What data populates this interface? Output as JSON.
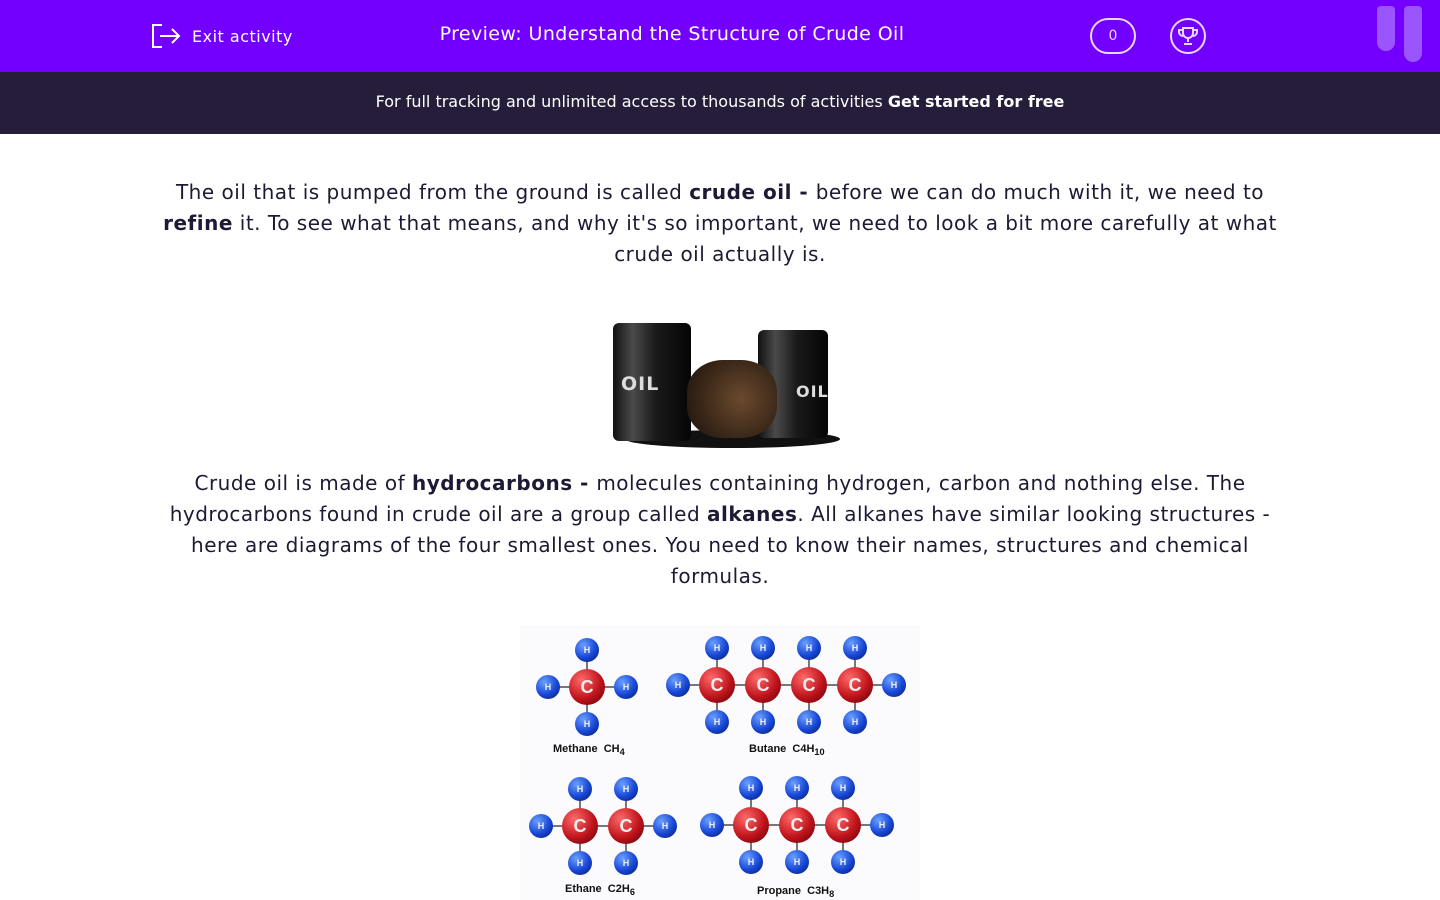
{
  "header": {
    "exit_label": "Exit activity",
    "title": "Preview: Understand the Structure of Crude Oil",
    "score": "0"
  },
  "banner": {
    "text": "For full tracking and unlimited access to thousands of activities ",
    "cta": "Get started for free"
  },
  "intro": {
    "t1": "The oil that is pumped from the ground is called ",
    "b1": "crude oil - ",
    "t2": "before we can do much with it, we need to ",
    "b2": "refine",
    "t3": " it. To see what that means, and why it's so important, we need to look a bit more carefully at what crude oil actually is."
  },
  "image_barrels": {
    "label": "OIL"
  },
  "body": {
    "t1": "Crude oil is made of ",
    "b1": "hydrocarbons - ",
    "t2": " molecules containing hydrogen, carbon and nothing else. The hydrocarbons found in crude oil are a group called ",
    "b2": "alkanes",
    "t3": ". All alkanes have similar looking structures - here are diagrams of the four smallest ones. You need to know their names, structures and chemical formulas."
  },
  "molecules": [
    {
      "name": "Methane",
      "formula": "CH",
      "sub": "4",
      "carbons": 1
    },
    {
      "name": "Butane",
      "formula": "C4H",
      "sub": "10",
      "carbons": 4
    },
    {
      "name": "Ethane",
      "formula": "C2H",
      "sub": "6",
      "carbons": 2
    },
    {
      "name": "Propane",
      "formula": "C3H",
      "sub": "8",
      "carbons": 3
    }
  ],
  "colors": {
    "header": "#7300ff",
    "banner": "#251d3a",
    "carbon": "#c0141c",
    "hydrogen": "#1746d6"
  }
}
